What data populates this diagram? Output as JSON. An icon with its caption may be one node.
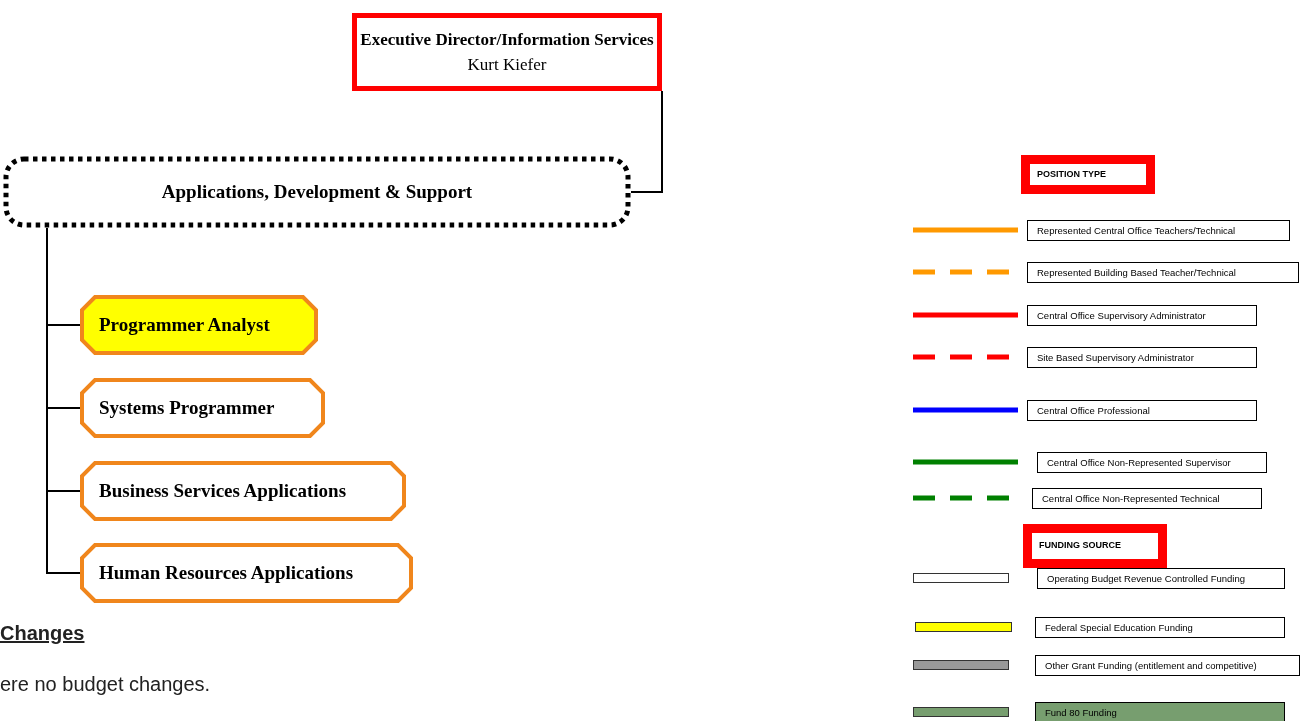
{
  "diagram": {
    "nodes": [
      {
        "text": [
          "Executive Director/Information Services",
          "Kurt Kiefer"
        ]
      },
      {
        "text": [
          "Applications, Development & Support"
        ]
      },
      {
        "text": [
          "Programmer Analyst"
        ]
      },
      {
        "text": [
          "Systems Programmer"
        ]
      },
      {
        "text": [
          "Business Services Applications"
        ]
      },
      {
        "text": [
          "Human Resources Applications"
        ]
      }
    ],
    "edges": [
      {
        "from": 0,
        "to": 1,
        "arrow": "none"
      },
      {
        "from": 1,
        "to": 2,
        "arrow": "none"
      },
      {
        "from": 1,
        "to": 3,
        "arrow": "none"
      },
      {
        "from": 1,
        "to": 4,
        "arrow": "none"
      },
      {
        "from": 1,
        "to": 5,
        "arrow": "none"
      }
    ],
    "labels": [
      "POSITION TYPE",
      "FUNDING SOURCE",
      "Changes",
      "ere no budget changes."
    ],
    "legend": [
      {
        "text": "Represented Central Office Teachers/Technical"
      },
      {
        "text": "Represented Building Based Teacher/Technical"
      },
      {
        "text": "Central Office Supervisory Administrator"
      },
      {
        "text": "Site Based Supervisory Administrator"
      },
      {
        "text": "Central Office Professional"
      },
      {
        "text": "Central Office Non-Represented Supervisor"
      },
      {
        "text": "Central Office Non-Represented Technical"
      },
      {
        "text": "Operating Budget Revenue Controlled Funding",
        "color": "#ffffff"
      },
      {
        "text": "Federal Special Education Funding",
        "color": "#ffff00"
      },
      {
        "text": "Other Grant Funding (entitlement and competitive)",
        "color": "#999999"
      },
      {
        "text": "Fund 80 Funding",
        "color": "#779e6f"
      }
    ]
  }
}
